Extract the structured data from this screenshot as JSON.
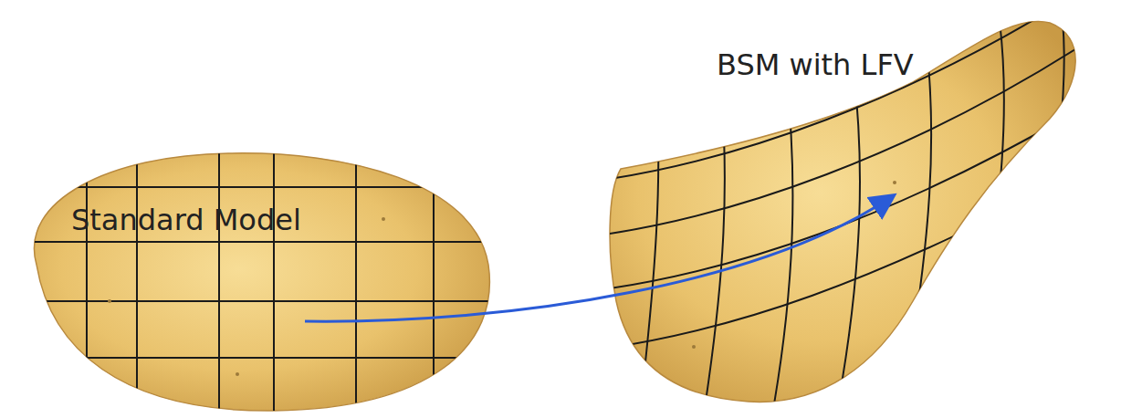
{
  "diagram": {
    "nodes": [
      {
        "text": [
          "Standard Model"
        ]
      },
      {
        "text": [
          "BSM with LFV"
        ]
      }
    ],
    "edges": [
      {
        "from": 0,
        "to": 1,
        "arrow": "to"
      }
    ]
  }
}
